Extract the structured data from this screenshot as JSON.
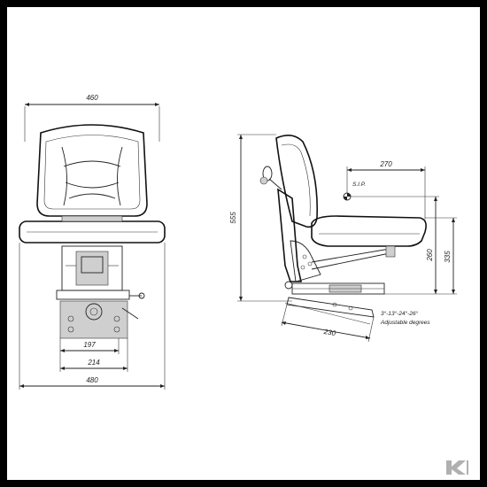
{
  "front_view": {
    "dim_width_top": "460",
    "dim_inner_1": "197",
    "dim_inner_2": "214",
    "dim_width_bottom": "480"
  },
  "side_view": {
    "dim_height_vertical": "555",
    "dim_sip_horizontal": "270",
    "sip_label": "S.I.P.",
    "dim_right_1": "260",
    "dim_right_2": "335",
    "dim_base": "230",
    "adjust_degrees": "3°-13°-24°-26°",
    "adjust_label": "Adjustable degrees"
  },
  "logo": {
    "mark": "K"
  }
}
